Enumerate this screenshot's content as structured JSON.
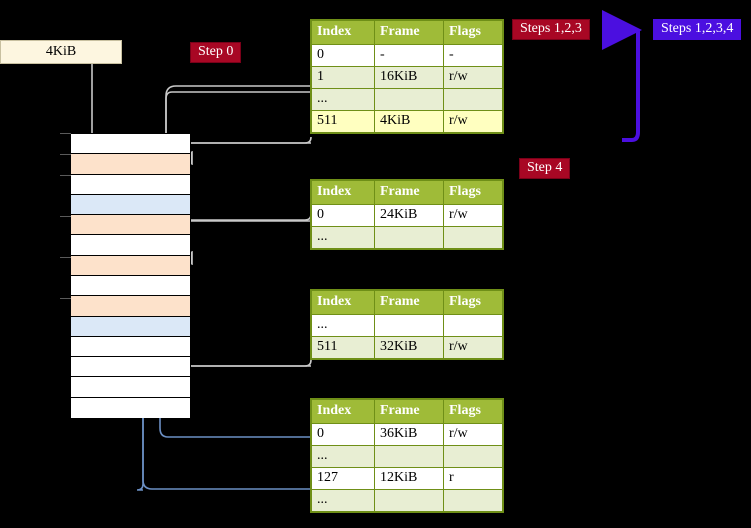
{
  "labels": {
    "size_box": "4KiB",
    "step0": "Step 0",
    "steps123": "Steps 1,2,3",
    "steps1234": "Steps 1,2,3,4",
    "step4": "Step 4"
  },
  "colors": {
    "header_green": "#9fbb38",
    "row_alt": "#e8eed3",
    "highlight": "#ffffc0",
    "badge_red": "#a80724",
    "badge_purple": "#4b0fe0",
    "mem_orange": "#fde2cb",
    "mem_blue": "#dbe8f7",
    "wire_grey": "#b0b0b0",
    "wire_blue": "#6b8fc4",
    "sizebox_bg": "#fdf6e0"
  },
  "columns": [
    "Index",
    "Frame",
    "Flags"
  ],
  "tables": [
    {
      "id": "pml4",
      "rows": [
        {
          "index": "0",
          "frame": "-",
          "flags": "-",
          "style": "plain",
          "highlight": false
        },
        {
          "index": "1",
          "frame": "16KiB",
          "flags": "r/w",
          "style": "alt",
          "highlight": false
        },
        {
          "index": "...",
          "frame": "",
          "flags": "",
          "style": "alt",
          "highlight": false
        },
        {
          "index": "511",
          "frame": "4KiB",
          "flags": "r/w",
          "style": "alt",
          "highlight": true
        }
      ]
    },
    {
      "id": "pdp",
      "rows": [
        {
          "index": "0",
          "frame": "24KiB",
          "flags": "r/w",
          "style": "plain",
          "highlight": false
        },
        {
          "index": "...",
          "frame": "",
          "flags": "",
          "style": "alt",
          "highlight": false
        }
      ]
    },
    {
      "id": "pd",
      "rows": [
        {
          "index": "...",
          "frame": "",
          "flags": "",
          "style": "plain",
          "highlight": false
        },
        {
          "index": "511",
          "frame": "32KiB",
          "flags": "r/w",
          "style": "alt",
          "highlight": false
        }
      ]
    },
    {
      "id": "pt",
      "rows": [
        {
          "index": "0",
          "frame": "36KiB",
          "flags": "r/w",
          "style": "plain",
          "highlight": false
        },
        {
          "index": "...",
          "frame": "",
          "flags": "",
          "style": "alt",
          "highlight": false
        },
        {
          "index": "127",
          "frame": "12KiB",
          "flags": "r",
          "style": "plain",
          "highlight": false
        },
        {
          "index": "...",
          "frame": "",
          "flags": "",
          "style": "alt",
          "highlight": false
        }
      ]
    }
  ],
  "memory_rows": [
    {
      "fill": "white"
    },
    {
      "fill": "orange"
    },
    {
      "fill": "white"
    },
    {
      "fill": "blue"
    },
    {
      "fill": "orange"
    },
    {
      "fill": "white"
    },
    {
      "fill": "orange"
    },
    {
      "fill": "white"
    },
    {
      "fill": "orange"
    },
    {
      "fill": "blue"
    },
    {
      "fill": "white"
    },
    {
      "fill": "white"
    },
    {
      "fill": "white"
    },
    {
      "fill": "white"
    }
  ]
}
